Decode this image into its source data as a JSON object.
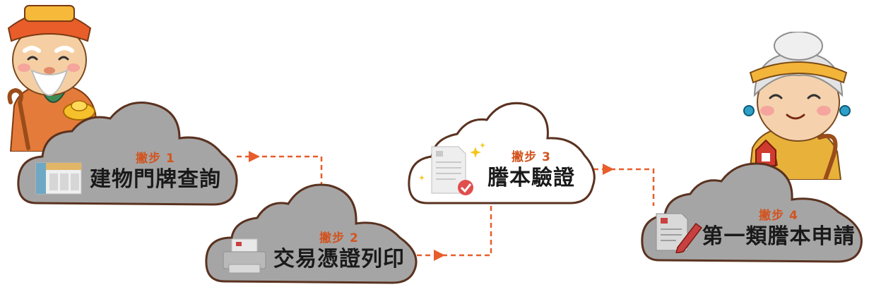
{
  "steps": [
    {
      "label": "撇步 1",
      "title": "建物門牌查詢",
      "icon": "building-table-icon"
    },
    {
      "label": "撇步 2",
      "title": "交易憑證列印",
      "icon": "printer-icon"
    },
    {
      "label": "撇步 3",
      "title": "謄本驗證",
      "icon": "document-check-icon"
    },
    {
      "label": "撇步 4",
      "title": "第一類謄本申請",
      "icon": "document-edit-icon"
    }
  ],
  "colors": {
    "cloud_gray": "#a6a5a5",
    "cloud_white": "#ffffff",
    "cloud_outline": "#5a3220",
    "accent": "#e85d2a",
    "step_label": "#d2541f",
    "title_text": "#1a1a1a"
  },
  "characters": [
    "earth-god-mascot",
    "earth-goddess-mascot"
  ]
}
